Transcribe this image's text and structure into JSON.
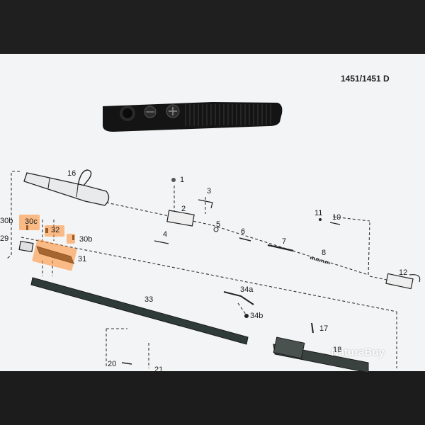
{
  "diagram": {
    "model_title": "1451/1451 D",
    "part_labels": [
      "1",
      "2",
      "3",
      "4",
      "5",
      "6",
      "7",
      "8",
      "10",
      "11",
      "12",
      "16",
      "17",
      "18",
      "20",
      "21",
      "29",
      "30b",
      "30c",
      "32",
      "30b",
      "31",
      "33",
      "34a",
      "34b"
    ],
    "highlighted_labels": [
      "30c",
      "32",
      "30b",
      "31"
    ],
    "highlight_color": "#ff8a2a"
  },
  "watermark": {
    "text": "NaturaBuy"
  }
}
